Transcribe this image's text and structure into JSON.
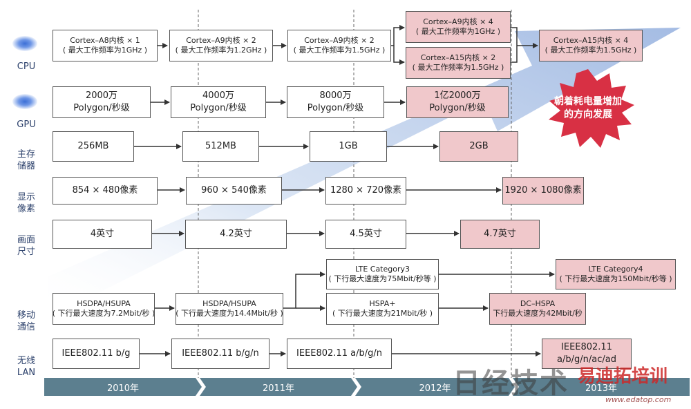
{
  "rows": {
    "cpu": "CPU",
    "gpu": "GPU",
    "memory": "主存\n储器",
    "pixels": "显示\n像素",
    "screen": "画面\n尺寸",
    "mobile": "移动\n通信",
    "wlan": "无线\nLAN"
  },
  "cpu": [
    {
      "l1": "Cortex–A8内核 × 1",
      "l2": "( 最大工作频率为1GHz )"
    },
    {
      "l1": "Cortex–A9内核 × 2",
      "l2": "( 最大工作频率为1.2GHz )"
    },
    {
      "l1": "Cortex–A9内核 × 2",
      "l2": "( 最大工作频率为1.5GHz )"
    },
    {
      "l1": "Cortex–A9内核 × 4",
      "l2": "( 最大工作频率为1GHz )"
    },
    {
      "l1": "Cortex–A15内核 × 2",
      "l2": "( 最大工作频率为1.5GHz )"
    },
    {
      "l1": "Cortex–A15内核 × 4",
      "l2": "( 最大工作频率为1.5GHz )"
    }
  ],
  "gpu": [
    {
      "l1": "2000万",
      "l2": "Polygon/秒级"
    },
    {
      "l1": "4000万",
      "l2": "Polygon/秒级"
    },
    {
      "l1": "8000万",
      "l2": "Polygon/秒级"
    },
    {
      "l1": "1亿2000万",
      "l2": "Polygon/秒级"
    }
  ],
  "memory": [
    "256MB",
    "512MB",
    "1GB",
    "2GB"
  ],
  "pixels": [
    "854 × 480像素",
    "960 × 540像素",
    "1280 × 720像素",
    "1920 × 1080像素"
  ],
  "screen": [
    "4英寸",
    "4.2英寸",
    "4.5英寸",
    "4.7英寸"
  ],
  "mobile": [
    {
      "l1": "HSDPA/HSUPA",
      "l2": "( 下行最大速度为7.2Mbit/秒 )"
    },
    {
      "l1": "HSDPA/HSUPA",
      "l2": "( 下行最大速度为14.4Mbit/秒 )"
    },
    {
      "l1": "LTE Category3",
      "l2": "( 下行最大速度为75Mbit/秒等 )"
    },
    {
      "l1": "HSPA+",
      "l2": "( 下行最大速度为21Mbit/秒 )"
    },
    {
      "l1": "LTE Category4",
      "l2": "( 下行最大速度为150Mbit/秒等 )"
    },
    {
      "l1": "DC–HSPA",
      "l2": "( 下行最大速度为42Mbit/秒 )"
    }
  ],
  "wlan": [
    {
      "l1": "IEEE802.11 b/g",
      "l2": ""
    },
    {
      "l1": "IEEE802.11 b/g/n",
      "l2": ""
    },
    {
      "l1": "IEEE802.11 a/b/g/n",
      "l2": ""
    },
    {
      "l1": "IEEE802.11",
      "l2": "a/b/g/n/ac/ad"
    }
  ],
  "trend_label": "朝着耗电量增加\n的方向发展",
  "years": [
    "2010年",
    "2011年",
    "2012年",
    "2013年"
  ],
  "watermark": {
    "main": "日经技术",
    "site": "易迪拓培训",
    "url": "www.edatop.com"
  },
  "colors": {
    "highlight_box": "#f0c8cb",
    "year_bar": "#5c7f8f",
    "trend_arrow": "#b9cbe9",
    "burst": "#d83044",
    "label_text": "#2a3f6a"
  }
}
